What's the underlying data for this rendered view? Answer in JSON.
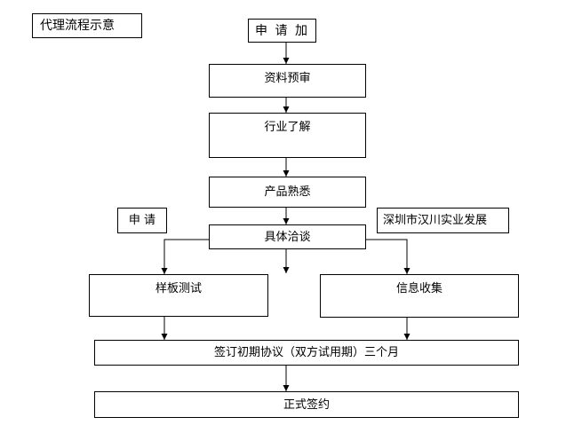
{
  "diagram_title": "代理流程示意",
  "steps": {
    "apply_top": "申 请 加",
    "material_review": "资料预审",
    "industry_understanding": "行业了解",
    "product_familiar": "产品熟悉",
    "negotiation": "具体洽谈",
    "sample_test": "样板测试",
    "info_collect": "信息收集",
    "trial_agreement": "签订初期协议（双方试用期）三个月",
    "formal_contract": "正式签约"
  },
  "side_labels": {
    "apply_left": "申 请",
    "company": "深圳市汉川实业发展"
  }
}
